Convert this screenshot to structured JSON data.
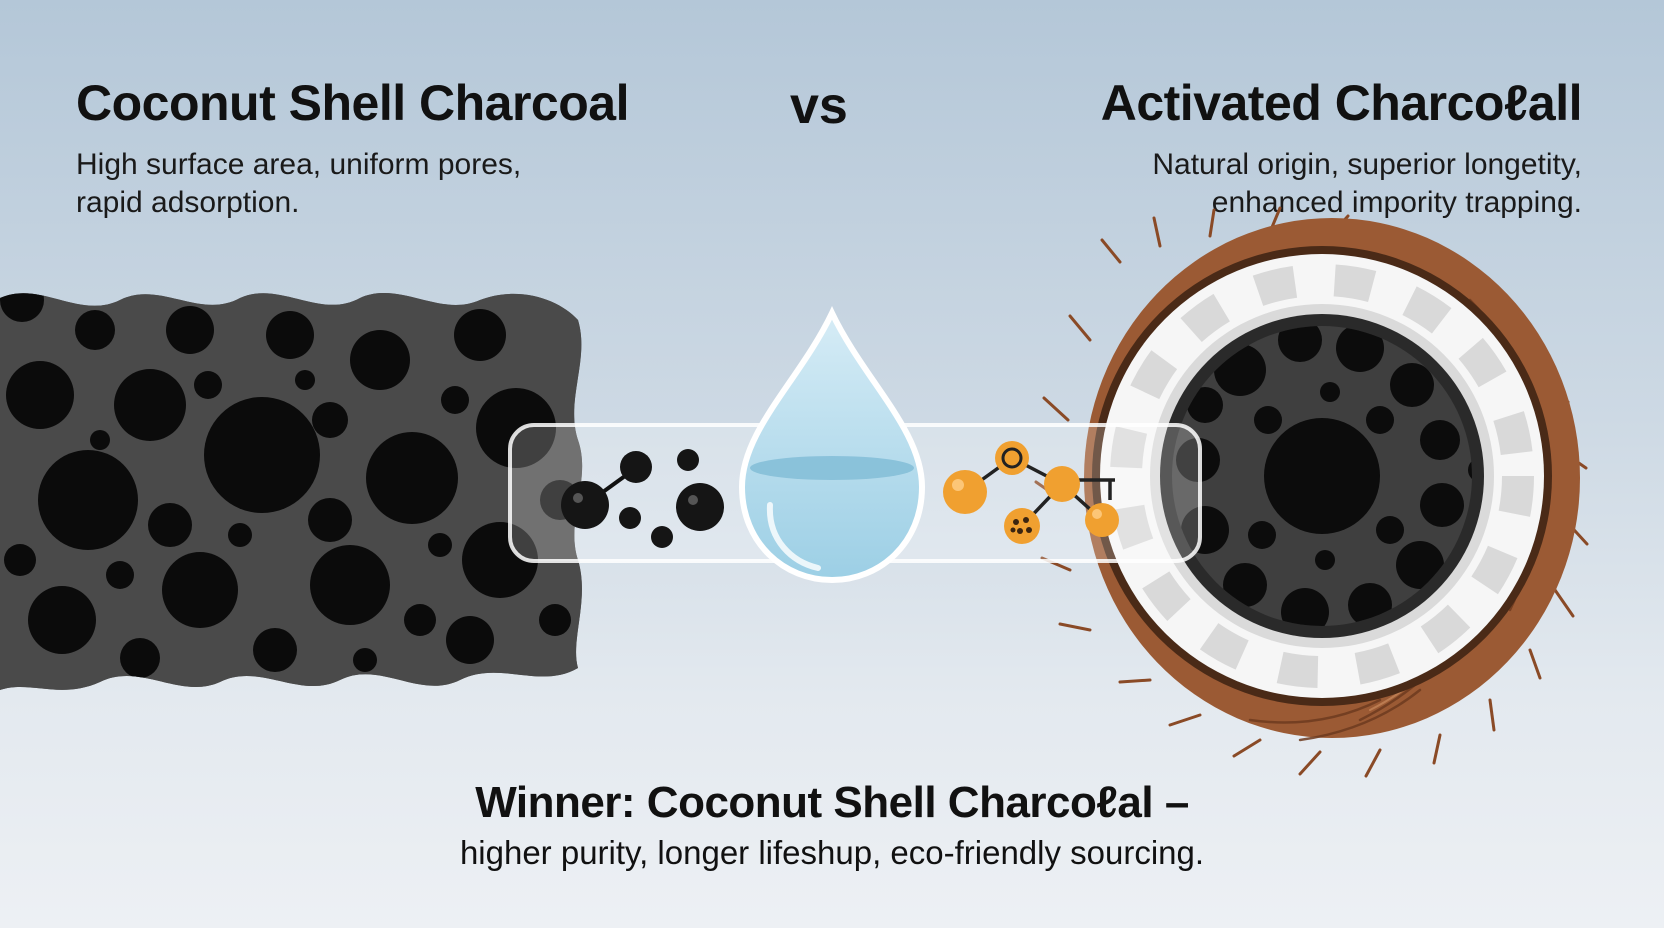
{
  "header": {
    "left_title": "Coconut Shell Charcoal",
    "vs_label": "vs",
    "right_title": "Activated Charcoℓall"
  },
  "left_panel": {
    "description_line1": "High surface area, uniform pores,",
    "description_line2": "rapid adsorption.",
    "illustration_icon": "porous-charcoal-block-icon"
  },
  "right_panel": {
    "description_line1": "Natural origin, superior longetity,",
    "description_line2": "enhanced impority trapping.",
    "illustration_icon": "coconut-shell-charcoal-icon"
  },
  "center": {
    "icons": [
      "black-particles-icon",
      "water-drop-icon",
      "orange-molecule-icon"
    ]
  },
  "footer": {
    "winner_line": "Winner: Coconut Shell Charcoℓal –",
    "winner_subline": "higher purity, longer lifeshup, eco-friendly sourcing."
  },
  "colors": {
    "charcoal": "#111111",
    "charcoal_matrix": "#4a4a4a",
    "coconut_husk": "#9b5a34",
    "water": "#a9d6ea",
    "molecule_orange": "#f0a030"
  }
}
